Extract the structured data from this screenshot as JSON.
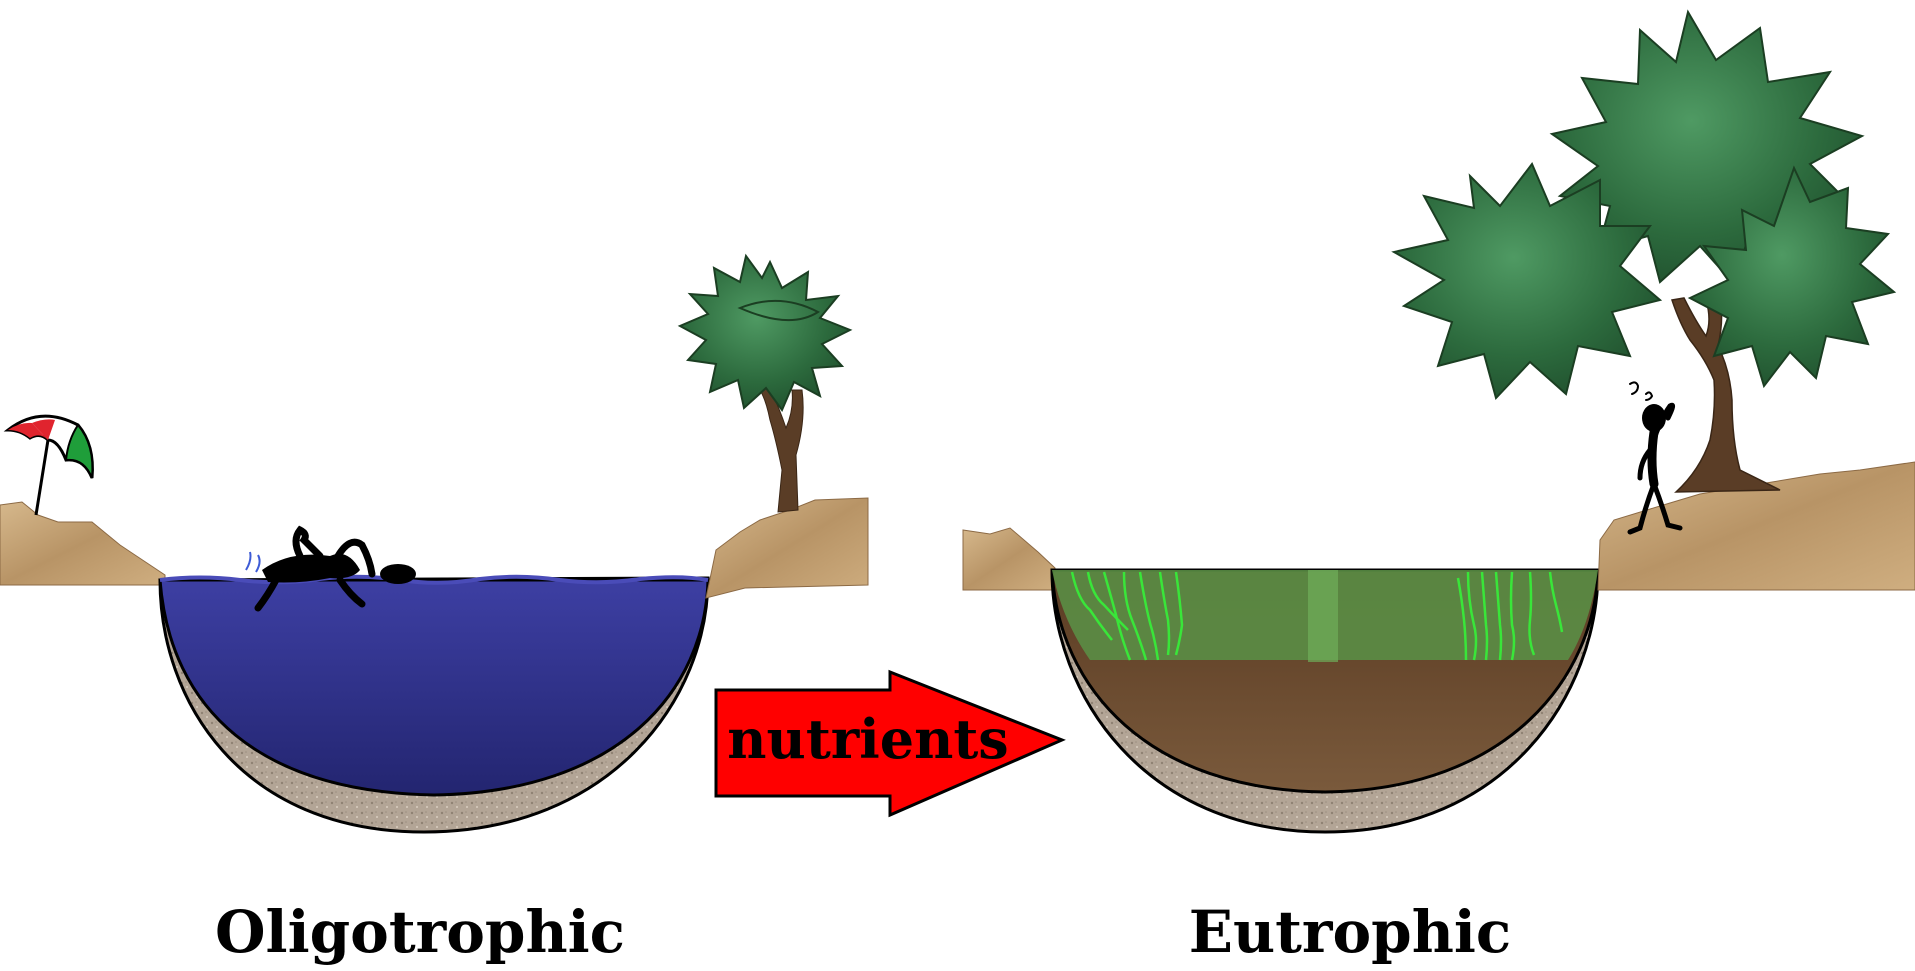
{
  "labels": {
    "left_lake": "Oligotrophic",
    "right_lake": "Eutrophic",
    "arrow": "nutrients"
  },
  "colors": {
    "background": "#ffffff",
    "clear_water": "#2e3192",
    "eutrophic_water": "#5a8f45",
    "algae": "#39e639",
    "sediment": "#6b4a2e",
    "bedrock": "#b3a596",
    "soil": "#c9a77c",
    "tree_canopy": "#2f6b3f",
    "tree_trunk": "#5a3d26",
    "arrow": "#ff0000",
    "umbrella_red": "#e0242e",
    "umbrella_green": "#1f9e3a"
  },
  "icons": {
    "swimmer": "swimmer-icon",
    "umbrella": "beach-umbrella-icon",
    "confused_person": "confused-person-icon"
  }
}
